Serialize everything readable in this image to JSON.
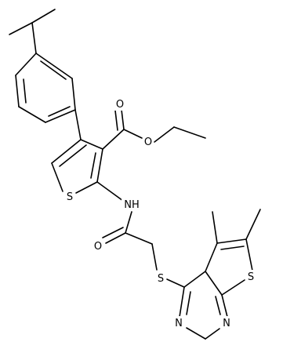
{
  "atom_labels": {
    "ester_carbonyl_o": "O",
    "ester_ether_o": "O",
    "thiophene_s": "S",
    "amide_nh": "NH",
    "amide_o": "O",
    "thioether_s": "S",
    "thienopyrimidine_s": "S",
    "pyrimidine_n1": "N",
    "pyrimidine_n2": "N"
  }
}
